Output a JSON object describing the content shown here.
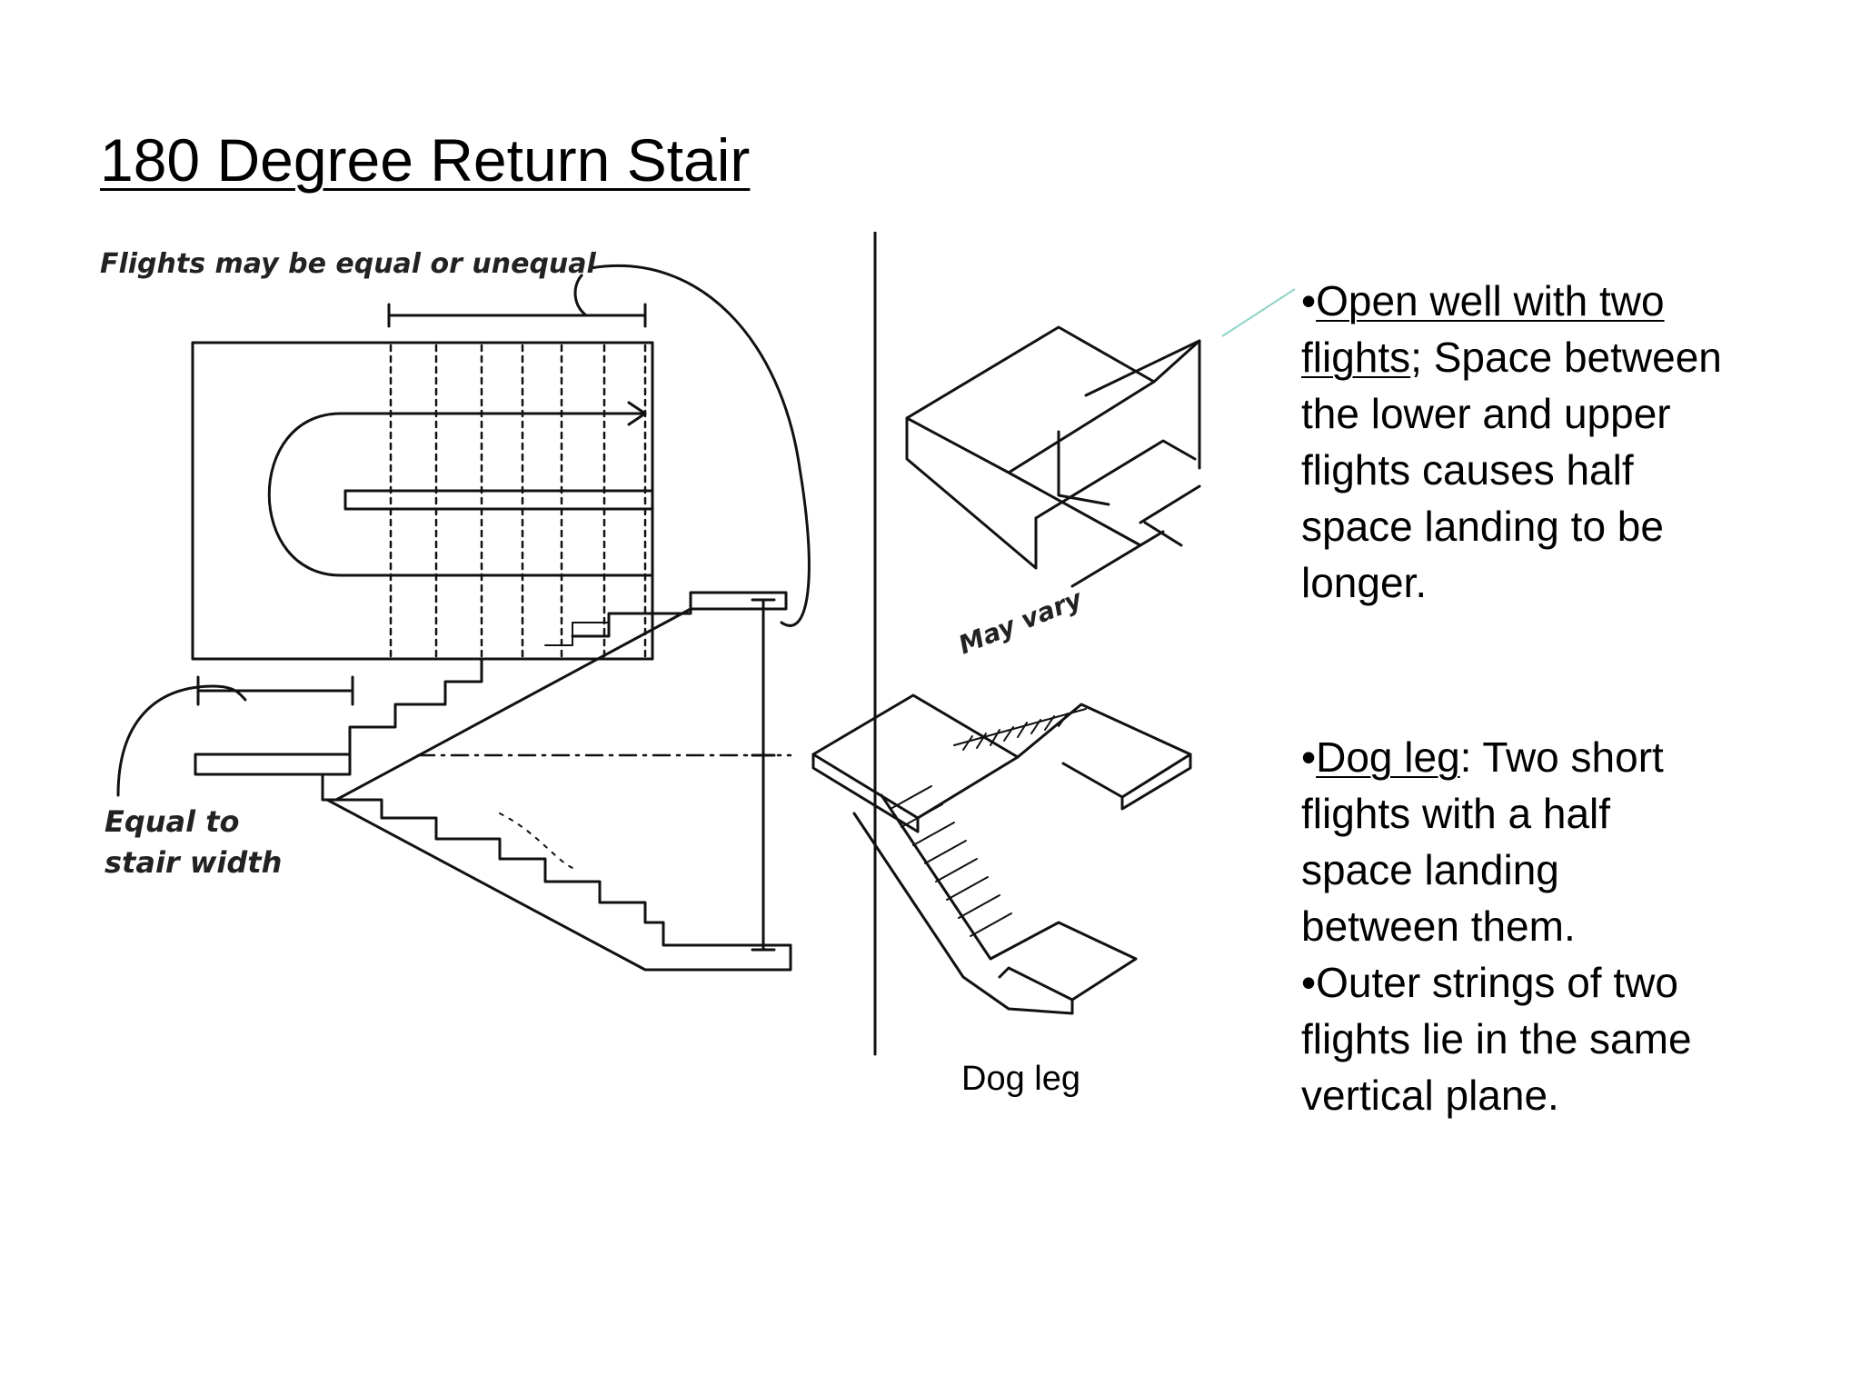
{
  "title": "180 Degree Return Stair",
  "drawing": {
    "note_flights": "Flights may be equal or unequal",
    "note_equal_1": "Equal to",
    "note_equal_2": "stair width",
    "note_may_vary": "May vary"
  },
  "caption": "Dog leg",
  "bullets": [
    {
      "bullet": "•",
      "term": "Open well with two flights",
      "text": "; Space between the lower and upper flights causes half space landing to be longer."
    },
    {
      "bullet": "•",
      "term": "Dog leg",
      "text": ": Two short flights with a half space landing between them."
    },
    {
      "bullet": "•",
      "term": "",
      "text": "Outer strings of two flights lie in the same vertical plane."
    }
  ],
  "colors": {
    "pointer_line": "#8fd3c8"
  }
}
